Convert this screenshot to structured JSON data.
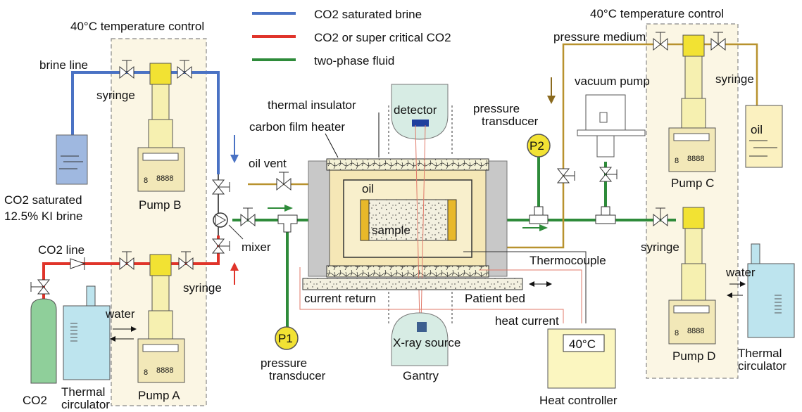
{
  "legend": {
    "brine": "CO2 saturated brine",
    "co2": "CO2 or super critical CO2",
    "twophase": "two-phase fluid",
    "colors": {
      "brine": "#4a72c4",
      "co2": "#e0342a",
      "twophase": "#2e8b3a",
      "medium": "#b8922e"
    }
  },
  "labels": {
    "temp_control_left": "40°C temperature control",
    "temp_control_right": "40°C temperature control",
    "brine_line": "brine line",
    "syringe_b": "syringe",
    "syringe_a": "syringe",
    "syringe_c": "syringe",
    "syringe_d": "syringe",
    "brine_tank_l1": "CO2 saturated",
    "brine_tank_l2": "12.5% KI brine",
    "pump_b": "Pump B",
    "pump_a": "Pump A",
    "pump_c": "Pump C",
    "pump_d": "Pump D",
    "co2_line": "CO2 line",
    "co2_bottle": "CO2",
    "mixer": "mixer",
    "water_left": "water",
    "water_right": "water",
    "thermal_circ_left_l1": "Thermal",
    "thermal_circ_left_l2": "circulator",
    "thermal_circ_right_l1": "Thermal",
    "thermal_circ_right_l2": "circulator",
    "thermal_insulator": "thermal insulator",
    "carbon_heater": "carbon film heater",
    "oil_vent": "oil vent",
    "oil_in_vessel": "oil",
    "sample": "sample",
    "detector": "detector",
    "xray_source": "X-ray source",
    "gantry": "Gantry",
    "p1": "P1",
    "p2": "P2",
    "pressure_transducer_left_l1": "pressure",
    "pressure_transducer_left_l2": "transducer",
    "pressure_transducer_right_l1": "pressure",
    "pressure_transducer_right_l2": "transducer",
    "vacuum_pump": "vacuum pump",
    "pressure_medium": "pressure medium",
    "oil_tank": "oil",
    "thermocouple": "Thermocouple",
    "current_return": "current return",
    "patient_bed": "Patient bed",
    "heat_current": "heat current",
    "heat_controller": "Heat controller",
    "controller_display": "40°C",
    "pump_display_digits": "8888",
    "pump_display_small": "8"
  }
}
